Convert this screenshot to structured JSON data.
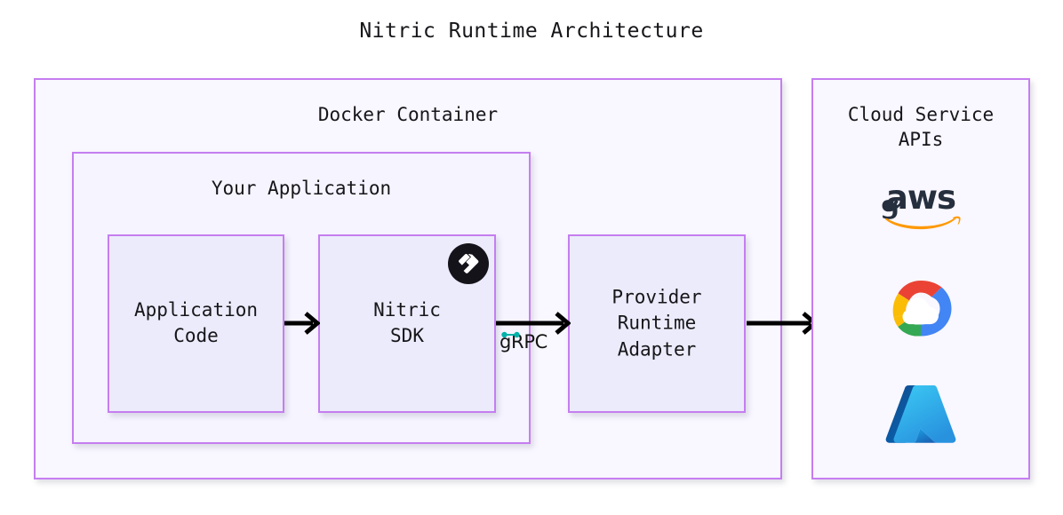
{
  "diagram": {
    "title": "Nitric Runtime Architecture",
    "type": "architecture-flow",
    "accent_border_color": "#c57ef0",
    "outer_fill_color": "#f9f7ff",
    "inner_fill_color": "#ecebfb",
    "text_color": "#16161a",
    "arrow_color": "#000000"
  },
  "containers": {
    "docker": {
      "label": "Docker Container",
      "name": "docker-container"
    },
    "your_application": {
      "label": "Your Application",
      "name": "your-application"
    },
    "cloud_service_apis": {
      "label": "Cloud Service\nAPIs",
      "name": "cloud-service-apis"
    }
  },
  "nodes": [
    {
      "id": "application-code",
      "label": "Application\nCode"
    },
    {
      "id": "nitric-sdk",
      "label": "Nitric\nSDK",
      "badge": "nitric-logo-icon"
    },
    {
      "id": "provider-runtime-adapter",
      "label": "Provider\nRuntime\nAdapter"
    }
  ],
  "edges": [
    {
      "id": "app-to-sdk",
      "from": "application-code",
      "to": "nitric-sdk",
      "label": ""
    },
    {
      "id": "sdk-to-adapter",
      "from": "nitric-sdk",
      "to": "provider-runtime-adapter",
      "label": "gRPC"
    },
    {
      "id": "adapter-to-cloud",
      "from": "provider-runtime-adapter",
      "to": "cloud-service-apis",
      "label": ""
    }
  ],
  "cloud_providers": [
    {
      "id": "aws",
      "name": "aws-logo-icon",
      "label": "aws",
      "colors": {
        "text": "#252f3e",
        "swoosh": "#ff9900"
      }
    },
    {
      "id": "google-cloud",
      "name": "google-cloud-logo-icon",
      "label": "Google Cloud",
      "colors": {
        "red": "#ea4335",
        "yellow": "#fbbc05",
        "green": "#34a853",
        "blue": "#4285f4"
      }
    },
    {
      "id": "azure",
      "name": "azure-logo-icon",
      "label": "Azure",
      "colors": {
        "dark": "#0f5ca8",
        "mid": "#1b77c4",
        "light": "#3fb1ec"
      }
    }
  ]
}
